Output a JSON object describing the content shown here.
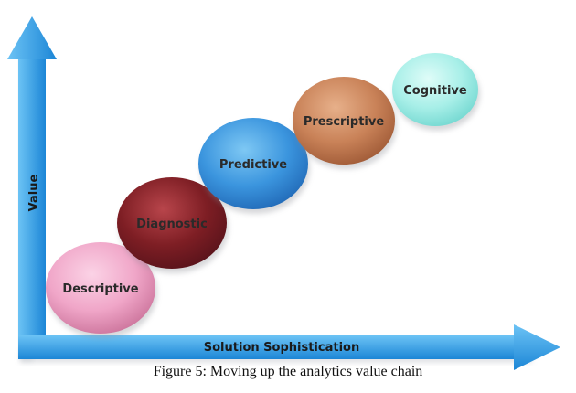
{
  "axes": {
    "y_label": "Value",
    "x_label": "Solution Sophistication"
  },
  "stages": [
    {
      "label": "Descriptive",
      "color_light": "#fbd3e6",
      "color_mid": "#f0a6c8",
      "color_dark": "#c97098"
    },
    {
      "label": "Diagnostic",
      "color_light": "#b8454b",
      "color_mid": "#7e1e24",
      "color_dark": "#55121a"
    },
    {
      "label": "Predictive",
      "color_light": "#7ec8f4",
      "color_mid": "#3b95de",
      "color_dark": "#1f66b4"
    },
    {
      "label": "Prescriptive",
      "color_light": "#e7b08a",
      "color_mid": "#c98258",
      "color_dark": "#9c5734"
    },
    {
      "label": "Cognitive",
      "color_light": "#dffcf8",
      "color_mid": "#a8efe8",
      "color_dark": "#6fd6cf"
    }
  ],
  "caption": "Figure 5: Moving up the analytics value chain",
  "colors": {
    "arrow_light": "#6cc3f5",
    "arrow_dark": "#1c86d6",
    "arrow_shadow": "#b9bcc4"
  }
}
